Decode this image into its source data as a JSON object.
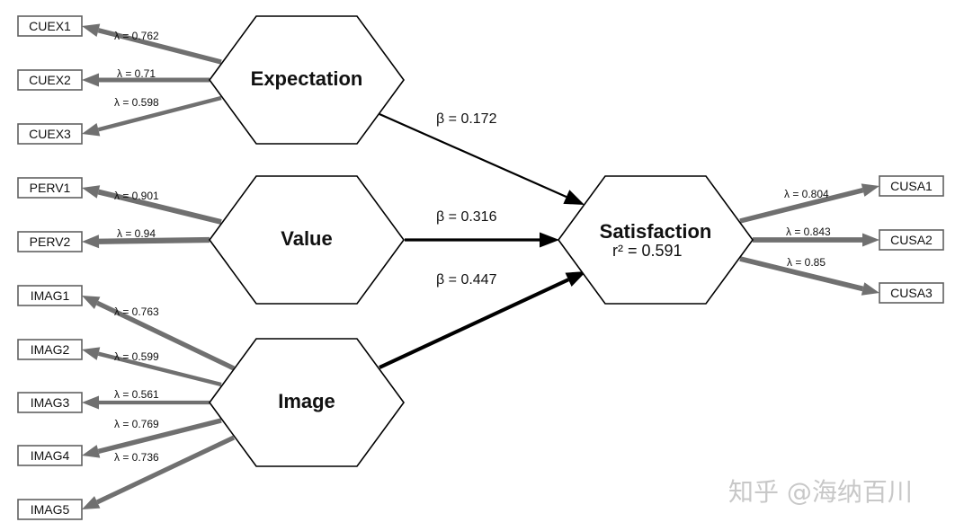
{
  "latents": [
    {
      "id": "exp",
      "label": "Expectation"
    },
    {
      "id": "val",
      "label": "Value"
    },
    {
      "id": "img",
      "label": "Image"
    },
    {
      "id": "sat",
      "label": "Satisfaction",
      "r2": "r² = 0.591"
    }
  ],
  "loadings": [
    {
      "latent": "exp",
      "indicator": "CUEX1",
      "label": "λ = 0.762",
      "value": 0.762
    },
    {
      "latent": "exp",
      "indicator": "CUEX2",
      "label": "λ = 0.71",
      "value": 0.71
    },
    {
      "latent": "exp",
      "indicator": "CUEX3",
      "label": "λ = 0.598",
      "value": 0.598
    },
    {
      "latent": "val",
      "indicator": "PERV1",
      "label": "λ = 0.901",
      "value": 0.901
    },
    {
      "latent": "val",
      "indicator": "PERV2",
      "label": "λ = 0.94",
      "value": 0.94
    },
    {
      "latent": "img",
      "indicator": "IMAG1",
      "label": "λ = 0.763",
      "value": 0.763
    },
    {
      "latent": "img",
      "indicator": "IMAG2",
      "label": "λ = 0.599",
      "value": 0.599
    },
    {
      "latent": "img",
      "indicator": "IMAG3",
      "label": "λ = 0.561",
      "value": 0.561
    },
    {
      "latent": "img",
      "indicator": "IMAG4",
      "label": "λ = 0.769",
      "value": 0.769
    },
    {
      "latent": "img",
      "indicator": "IMAG5",
      "label": "λ = 0.736",
      "value": 0.736
    },
    {
      "latent": "sat",
      "indicator": "CUSA1",
      "label": "λ = 0.804",
      "value": 0.804
    },
    {
      "latent": "sat",
      "indicator": "CUSA2",
      "label": "λ = 0.843",
      "value": 0.843
    },
    {
      "latent": "sat",
      "indicator": "CUSA3",
      "label": "λ = 0.85",
      "value": 0.85
    }
  ],
  "paths": [
    {
      "from": "exp",
      "to": "sat",
      "label": "β = 0.172",
      "value": 0.172
    },
    {
      "from": "val",
      "to": "sat",
      "label": "β = 0.316",
      "value": 0.316
    },
    {
      "from": "img",
      "to": "sat",
      "label": "β = 0.447",
      "value": 0.447
    }
  ],
  "watermark": "知乎 @海纳百川"
}
